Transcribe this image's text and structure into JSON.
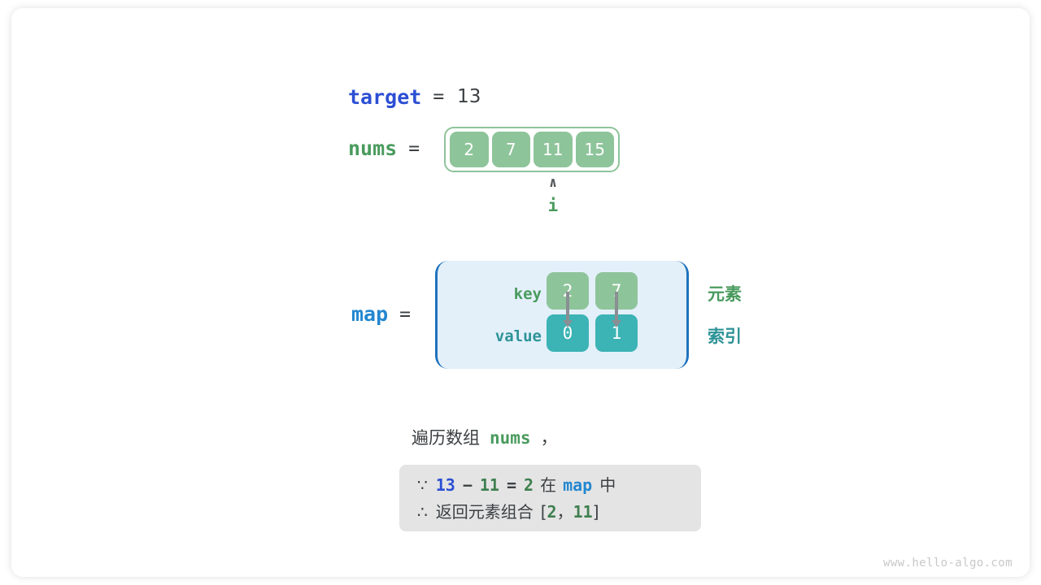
{
  "diagram": {
    "title_watermark": "www.hello-algo.com",
    "target": {
      "name": "target",
      "equals": "=",
      "value": "13"
    },
    "nums": {
      "name": "nums",
      "equals": "=",
      "cells": [
        "2",
        "7",
        "11",
        "15"
      ],
      "pointer": {
        "caret": "∧",
        "label": "i",
        "points_to_index": 2
      }
    },
    "map": {
      "name": "map",
      "equals": "=",
      "row_labels": {
        "key": "key",
        "value": "value"
      },
      "entries": [
        {
          "key": "2",
          "value": "0"
        },
        {
          "key": "7",
          "value": "1"
        }
      ],
      "legend": {
        "element": "元素",
        "index": "索引"
      }
    },
    "caption": {
      "prefix": "遍历数组",
      "var": "nums",
      "suffix": "，"
    },
    "conclusion": {
      "line1": {
        "symbol": "∵",
        "a": "13",
        "op": "−",
        "b": "11",
        "eq": "=",
        "result": "2",
        "mid": "在",
        "map": "map",
        "tail": "中"
      },
      "line2": {
        "symbol": "∴",
        "text": "返回元素组合",
        "bracket_open": "[",
        "v1": "2",
        "comma": "，",
        "v2": "11",
        "bracket_close": "]"
      }
    },
    "colors": {
      "var_blue_dark": "#2c4fd4",
      "var_blue_mid": "#2387d0",
      "var_green": "#4a9b5e",
      "cell_green": "#8ec49a",
      "cell_teal": "#3cb3b4",
      "map_bg": "#e3f0fa",
      "map_border": "#1f72bd",
      "box_bg": "#e4e4e4",
      "arrow_gray": "#8a8f93"
    }
  }
}
